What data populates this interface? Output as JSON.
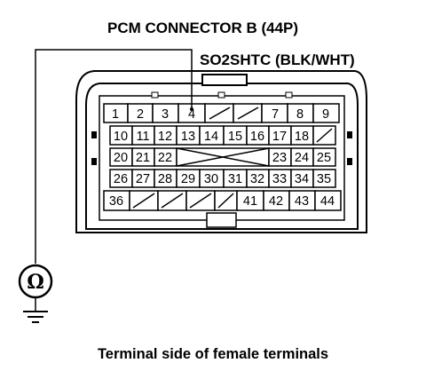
{
  "title": "PCM CONNECTOR B (44P)",
  "signal_label": "SO2SHTC (BLK/WHT)",
  "caption": "Terminal side of female terminals",
  "meter_symbol": "Ω",
  "meter_icon": "ohmmeter-icon",
  "ground_icon": "ground-icon",
  "probed_terminal": "4",
  "connector": {
    "rows": [
      [
        "1",
        "2",
        "3",
        "4",
        "",
        "",
        "7",
        "8",
        "9"
      ],
      [
        "10",
        "11",
        "12",
        "13",
        "14",
        "15",
        "16",
        "17",
        "18",
        ""
      ],
      [
        "20",
        "21",
        "22",
        "",
        "23",
        "24",
        "25"
      ],
      [
        "26",
        "27",
        "28",
        "29",
        "30",
        "31",
        "32",
        "33",
        "34",
        "35"
      ],
      [
        "36",
        "",
        "",
        "",
        "",
        "41",
        "42",
        "43",
        "44"
      ]
    ]
  }
}
